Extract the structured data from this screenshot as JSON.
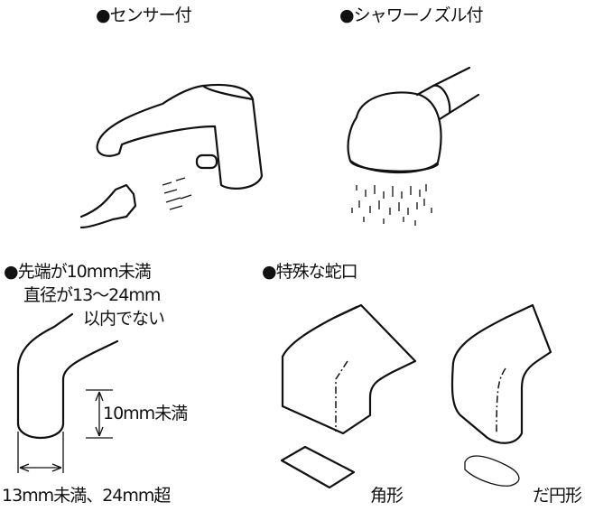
{
  "sections": {
    "sensor": {
      "title": "●センサー付"
    },
    "shower": {
      "title": "●シャワーノズル付"
    },
    "tip": {
      "line1": "●先端が10mm未満",
      "line2": "直径が13〜24mm",
      "line3": "以内でない",
      "height_label": "10mm未満",
      "width_label": "13mm未満、24mm超"
    },
    "special": {
      "title": "●特殊な蛇口",
      "square_label": "角形",
      "oval_label": "だ円形"
    }
  }
}
